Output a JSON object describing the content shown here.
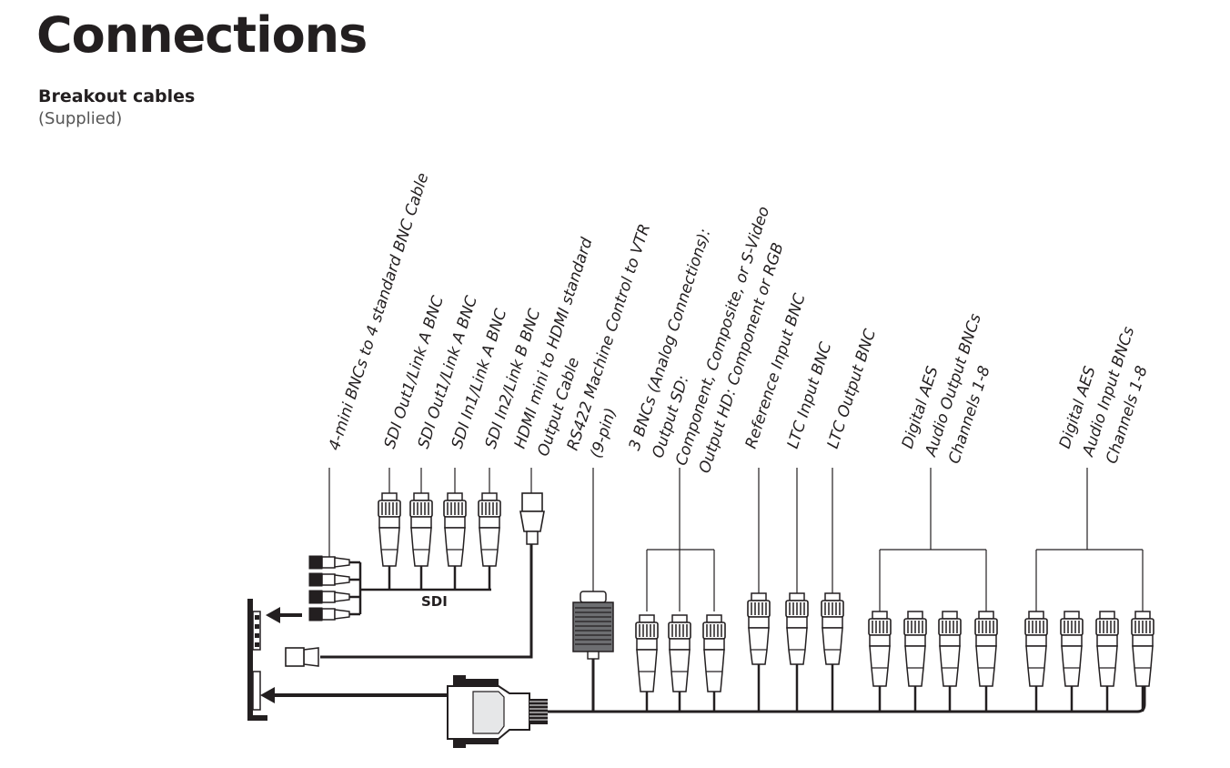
{
  "page": {
    "title": "Connections",
    "subtitle": "Breakout cables",
    "note": "(Supplied)"
  },
  "labels": [
    {
      "id": "mini-bnc",
      "lines": [
        "4-mini BNCs to 4 standard BNC Cable"
      ]
    },
    {
      "id": "sdi-out1-a",
      "lines": [
        "SDI Out1/Link A BNC"
      ]
    },
    {
      "id": "sdi-out1-a-2",
      "lines": [
        "SDI Out1/Link A BNC"
      ]
    },
    {
      "id": "sdi-in1-a",
      "lines": [
        "SDI In1/Link A BNC"
      ]
    },
    {
      "id": "sdi-in2-b",
      "lines": [
        "SDI In2/Link B BNC"
      ]
    },
    {
      "id": "hdmi",
      "lines": [
        "HDMI mini to HDMI standard",
        "Output Cable"
      ]
    },
    {
      "id": "rs422",
      "lines": [
        "RS422 Machine Control to VTR",
        "(9-pin)"
      ]
    },
    {
      "id": "analog",
      "lines": [
        "3 BNCs (Analog Connections):",
        "Output SD:",
        "Component, Composite, or S-Video",
        "Output HD: Component or RGB"
      ]
    },
    {
      "id": "reference",
      "lines": [
        "Reference Input BNC"
      ]
    },
    {
      "id": "ltc-in",
      "lines": [
        "LTC Input BNC"
      ]
    },
    {
      "id": "ltc-out",
      "lines": [
        "LTC Output BNC"
      ]
    },
    {
      "id": "aes-out",
      "lines": [
        "Digital AES",
        "Audio Output BNCs",
        "Channels 1-8"
      ]
    },
    {
      "id": "aes-in",
      "lines": [
        "Digital AES",
        "Audio Input BNCs",
        "Channels 1-8"
      ]
    }
  ],
  "bundle_label": "SDI",
  "icons": [
    "bnc-connector-icon",
    "mini-bnc-connector-icon",
    "hdmi-connector-icon",
    "db9-connector-icon",
    "main-connector-icon",
    "card-bracket-icon",
    "arrow-icon"
  ]
}
